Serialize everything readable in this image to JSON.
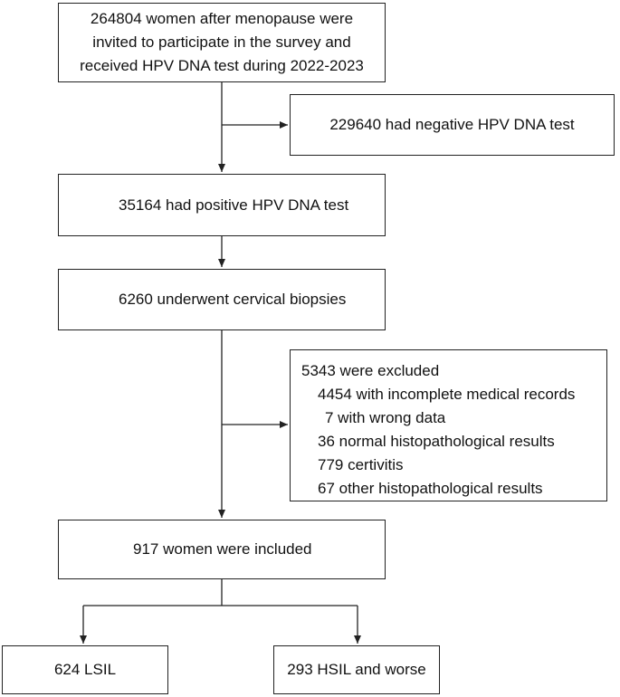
{
  "boxes": {
    "start": {
      "line1": "264804 women after menopause were",
      "line2": "invited to participate in the survey and",
      "line3": "received HPV DNA test during 2022-2023"
    },
    "negative": "229640 had negative HPV DNA test",
    "positive": "35164 had positive HPV DNA test",
    "biopsy": "6260 underwent cervical biopsies",
    "excluded": {
      "title": "5343 were excluded",
      "items": [
        "4454 with incomplete medical records",
        "7 with wrong data",
        "36 normal histopathological results",
        "779 certivitis",
        "67 other histopathological results"
      ]
    },
    "included": "917 women were included",
    "lsil": "624 LSIL",
    "hsil": "293 HSIL and worse"
  }
}
